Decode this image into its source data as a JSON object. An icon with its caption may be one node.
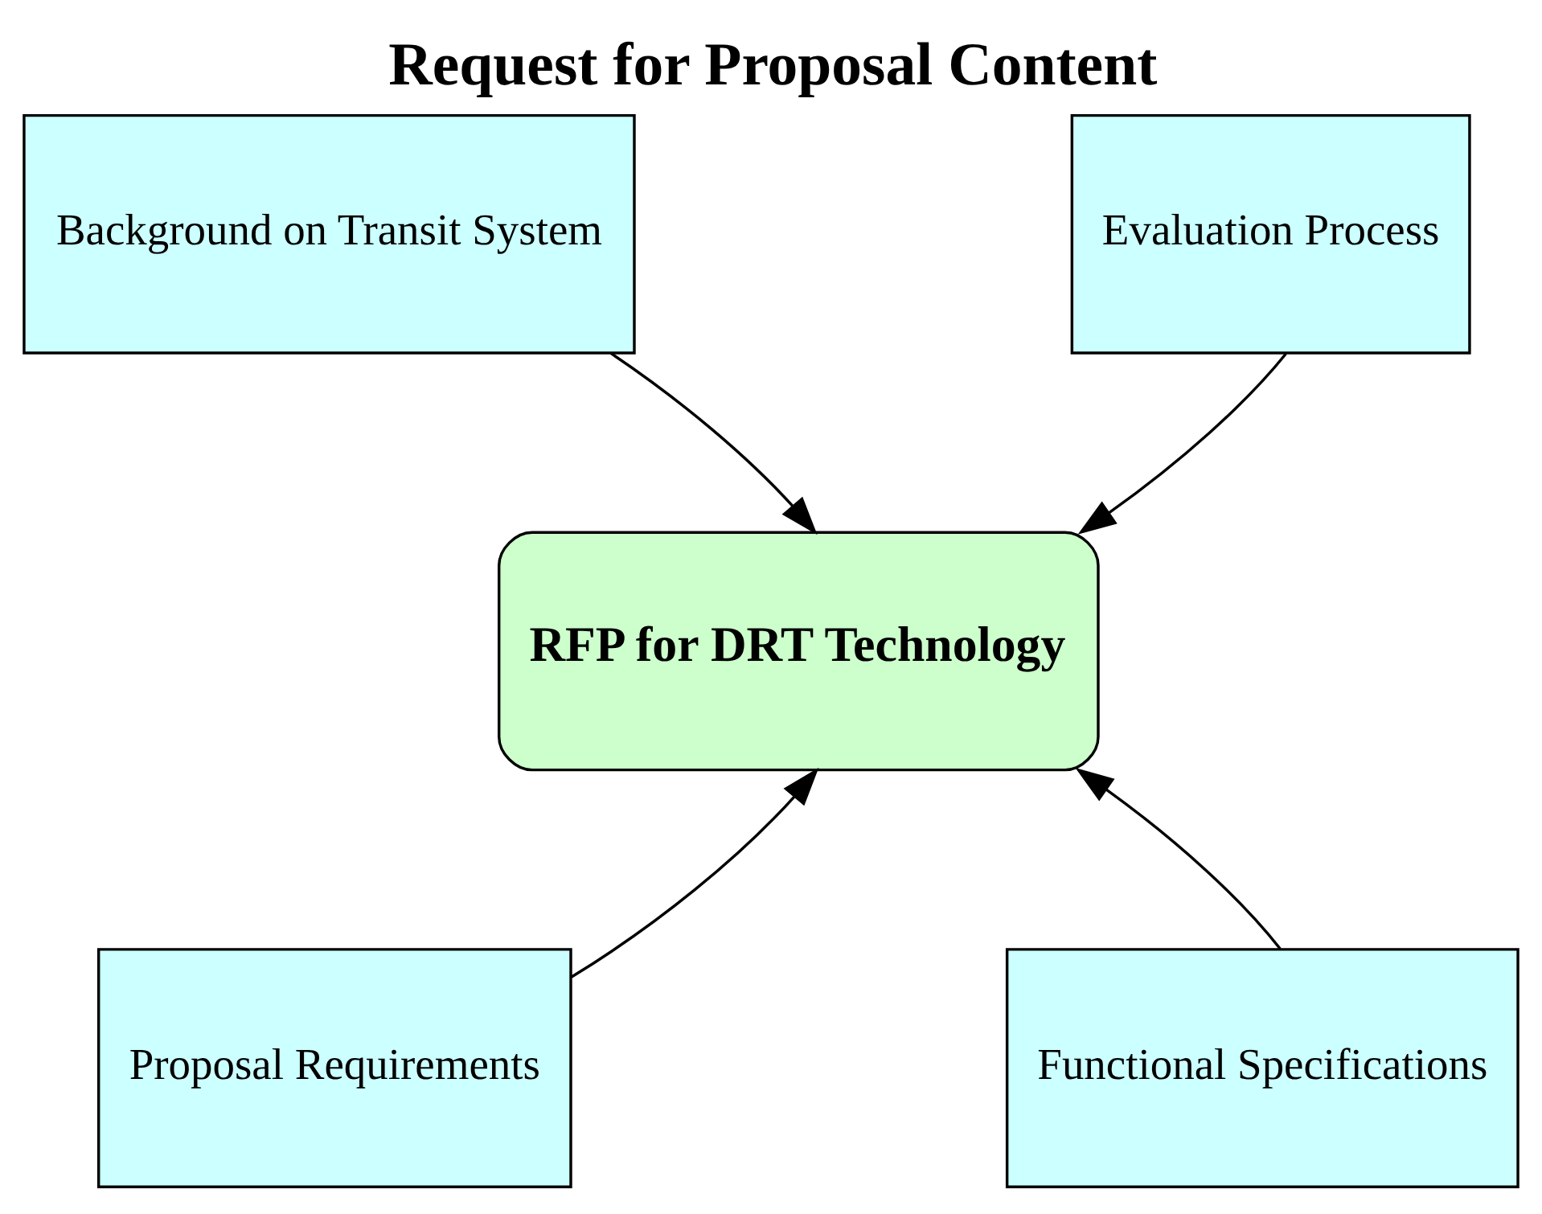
{
  "diagram": {
    "title": "Request for Proposal Content",
    "nodes": [
      {
        "text": [
          "Background on Transit System"
        ]
      },
      {
        "text": [
          "Evaluation Process"
        ]
      },
      {
        "text": [
          "RFP for DRT Technology"
        ]
      },
      {
        "text": [
          "Proposal Requirements"
        ]
      },
      {
        "text": [
          "Functional Specifications"
        ]
      }
    ],
    "edges": [
      {
        "from": 0,
        "to": 2,
        "arrow": "to"
      },
      {
        "from": 1,
        "to": 2,
        "arrow": "to"
      },
      {
        "from": 3,
        "to": 2,
        "arrow": "to"
      },
      {
        "from": 4,
        "to": 2,
        "arrow": "to"
      }
    ]
  }
}
